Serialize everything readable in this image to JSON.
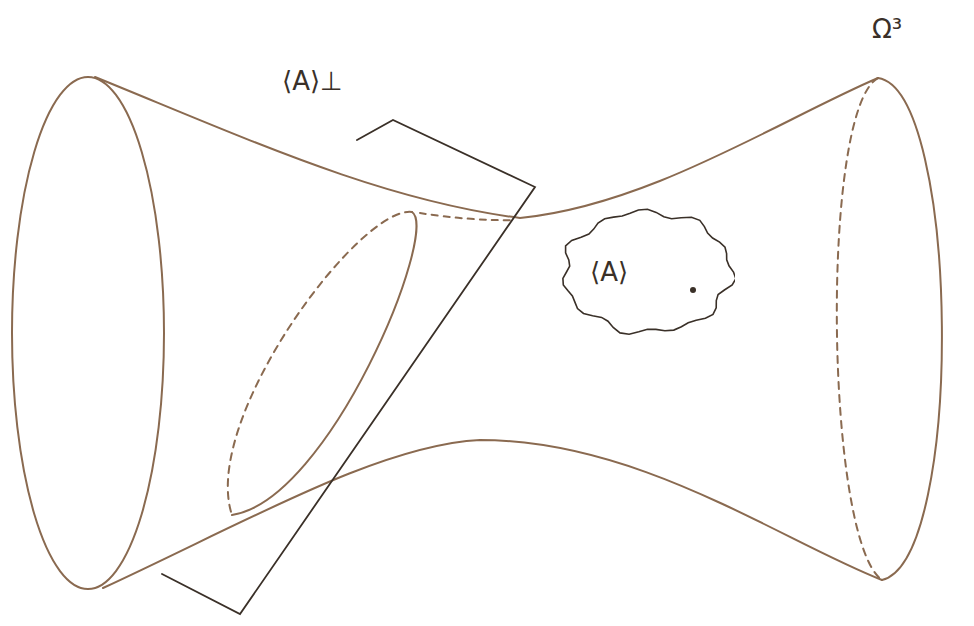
{
  "diagram": {
    "nodes": [
      {
        "text": [
          "⟨A⟩"
        ]
      }
    ],
    "labels": [
      "⟨A⟩⊥",
      "Ω³"
    ]
  }
}
